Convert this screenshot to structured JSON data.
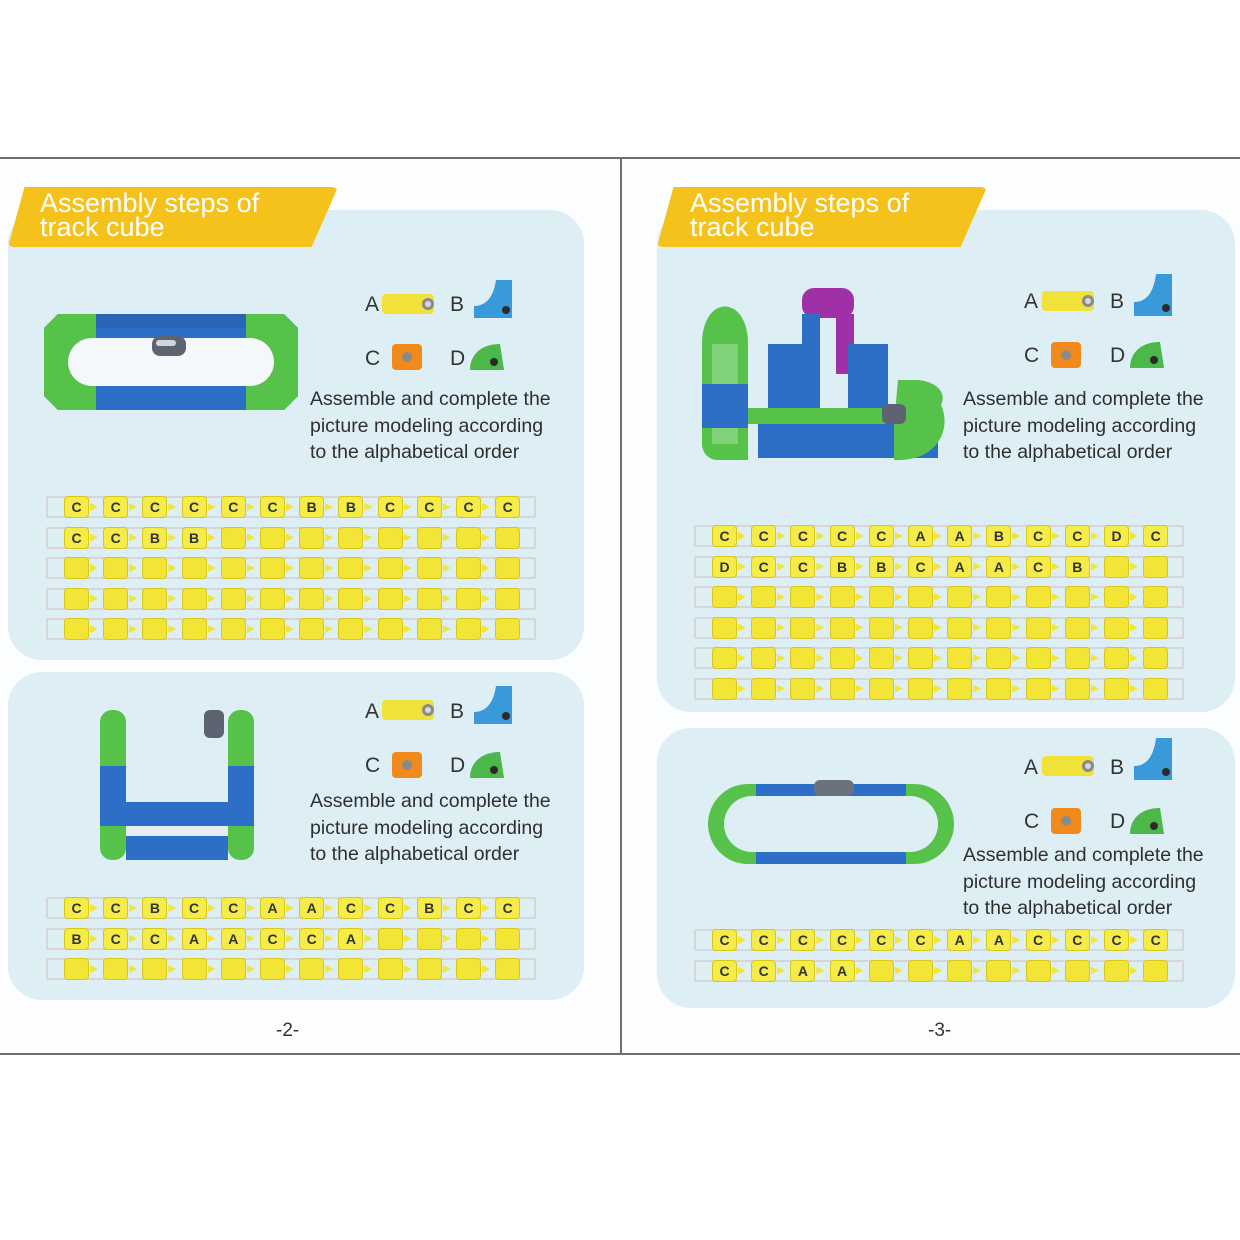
{
  "pages": [
    {
      "header": "Assembly steps of track cube",
      "header_line1": "Assembly steps of",
      "header_line2": "track cube",
      "page_number": "-2-",
      "sections": [
        {
          "legend": [
            "A",
            "B",
            "C",
            "D"
          ],
          "instruction": [
            "Assemble and complete the",
            "picture modeling according",
            "to the alphabetical order"
          ],
          "rows": [
            [
              "C",
              "C",
              "C",
              "C",
              "C",
              "C",
              "B",
              "B",
              "C",
              "C",
              "C",
              "C"
            ],
            [
              "C",
              "C",
              "B",
              "B",
              "",
              "",
              "",
              "",
              "",
              "",
              "",
              ""
            ],
            [
              "",
              "",
              "",
              "",
              "",
              "",
              "",
              "",
              "",
              "",
              "",
              ""
            ],
            [
              "",
              "",
              "",
              "",
              "",
              "",
              "",
              "",
              "",
              "",
              "",
              ""
            ],
            [
              "",
              "",
              "",
              "",
              "",
              "",
              "",
              "",
              "",
              "",
              "",
              ""
            ]
          ]
        },
        {
          "legend": [
            "A",
            "B",
            "C",
            "D"
          ],
          "instruction": [
            "Assemble and complete the",
            "picture modeling according",
            "to the alphabetical order"
          ],
          "rows": [
            [
              "C",
              "C",
              "B",
              "C",
              "C",
              "A",
              "A",
              "C",
              "C",
              "B",
              "C",
              "C"
            ],
            [
              "B",
              "C",
              "C",
              "A",
              "A",
              "C",
              "C",
              "A",
              "",
              "",
              "",
              ""
            ],
            [
              "",
              "",
              "",
              "",
              "",
              "",
              "",
              "",
              "",
              "",
              "",
              ""
            ]
          ]
        }
      ]
    },
    {
      "header": "Assembly steps of track cube",
      "header_line1": "Assembly steps of",
      "header_line2": "track cube",
      "page_number": "-3-",
      "sections": [
        {
          "legend": [
            "A",
            "B",
            "C",
            "D"
          ],
          "instruction": [
            "Assemble and complete the",
            "picture modeling according",
            "to the alphabetical order"
          ],
          "rows": [
            [
              "C",
              "C",
              "C",
              "C",
              "C",
              "A",
              "A",
              "B",
              "C",
              "C",
              "D",
              "C"
            ],
            [
              "D",
              "C",
              "C",
              "B",
              "B",
              "C",
              "A",
              "A",
              "C",
              "B",
              "",
              ""
            ],
            [
              "",
              "",
              "",
              "",
              "",
              "",
              "",
              "",
              "",
              "",
              "",
              ""
            ],
            [
              "",
              "",
              "",
              "",
              "",
              "",
              "",
              "",
              "",
              "",
              "",
              ""
            ],
            [
              "",
              "",
              "",
              "",
              "",
              "",
              "",
              "",
              "",
              "",
              "",
              ""
            ],
            [
              "",
              "",
              "",
              "",
              "",
              "",
              "",
              "",
              "",
              "",
              "",
              ""
            ]
          ]
        },
        {
          "legend": [
            "A",
            "B",
            "C",
            "D"
          ],
          "instruction": [
            "Assemble and complete the",
            "picture modeling according",
            "to the alphabetical order"
          ],
          "rows": [
            [
              "C",
              "C",
              "C",
              "C",
              "C",
              "C",
              "A",
              "A",
              "C",
              "C",
              "C",
              "C"
            ],
            [
              "C",
              "C",
              "A",
              "A",
              "",
              "",
              "",
              "",
              "",
              "",
              "",
              ""
            ]
          ]
        }
      ]
    }
  ],
  "colors": {
    "banner": "#f4c21b",
    "panel": "#ddeef4",
    "cell": "#f3e536",
    "piece_a": "#f1e23a",
    "piece_b": "#3a9ad9",
    "piece_c": "#f08a1c",
    "piece_d": "#4cb84a",
    "track_blue": "#2d6fc6",
    "track_green": "#56c24a",
    "track_purple": "#a030a8"
  },
  "icons": {
    "piece_a": "yellow-straight-block-icon",
    "piece_b": "blue-ramp-block-icon",
    "piece_c": "orange-cube-block-icon",
    "piece_d": "green-curve-block-icon"
  }
}
